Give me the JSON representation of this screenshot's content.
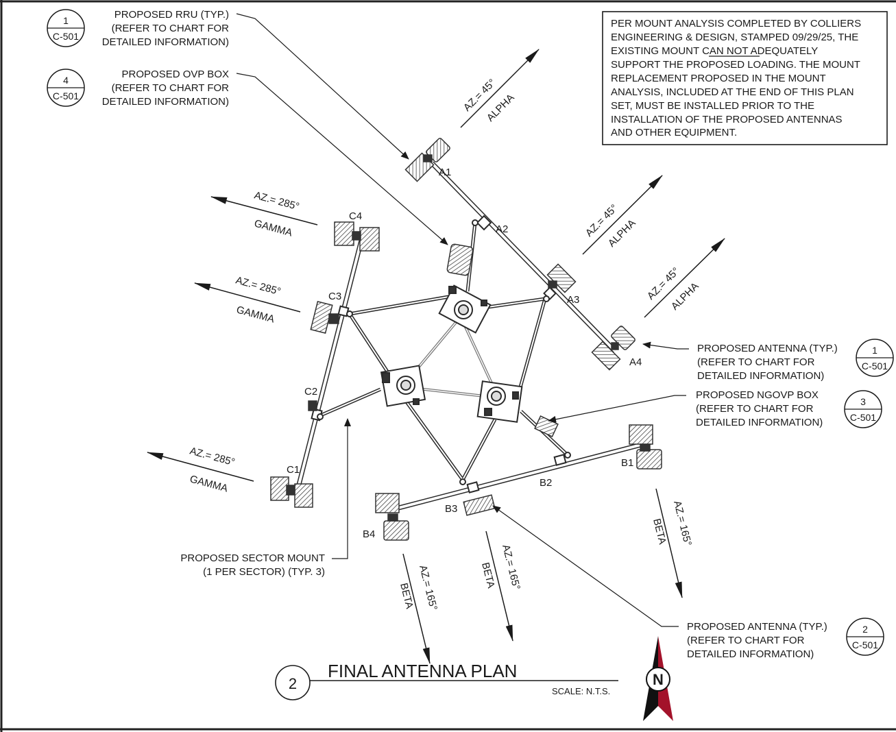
{
  "title": {
    "detail_number": "2",
    "text": "FINAL ANTENNA PLAN",
    "scale": "SCALE: N.T.S."
  },
  "north_arrow": {
    "letter": "N"
  },
  "note": {
    "lines": [
      "PER MOUNT ANALYSIS COMPLETED BY COLLIERS",
      "ENGINEERING & DESIGN, STAMPED 09/29/25, THE",
      "EXISTING MOUNT CAN NOT ADEQUATELY",
      "SUPPORT THE PROPOSED LOADING. THE MOUNT",
      "REPLACEMENT PROPOSED IN THE MOUNT",
      "ANALYSIS, INCLUDED AT THE END OF THIS PLAN",
      "SET, MUST BE INSTALLED PRIOR TO THE",
      "INSTALLATION OF THE PROPOSED ANTENNAS",
      "AND OTHER EQUIPMENT."
    ]
  },
  "callouts": {
    "rru": {
      "lines": [
        "PROPOSED RRU (TYP.)",
        "(REFER TO CHART FOR",
        "DETAILED INFORMATION)"
      ],
      "bubble": [
        "1",
        "C-501"
      ]
    },
    "ovp": {
      "lines": [
        "PROPOSED OVP BOX",
        "(REFER TO CHART FOR",
        "DETAILED INFORMATION)"
      ],
      "bubble": [
        "4",
        "C-501"
      ]
    },
    "antenna_a": {
      "lines": [
        "PROPOSED ANTENNA (TYP.)",
        "(REFER TO CHART FOR",
        "DETAILED INFORMATION)"
      ],
      "bubble": [
        "1",
        "C-501"
      ]
    },
    "ngovp": {
      "lines": [
        "PROPOSED NGOVP BOX",
        "(REFER TO CHART FOR",
        "DETAILED INFORMATION)"
      ],
      "bubble": [
        "3",
        "C-501"
      ]
    },
    "antenna_b": {
      "lines": [
        "PROPOSED ANTENNA (TYP.)",
        "(REFER TO CHART FOR",
        "DETAILED INFORMATION)"
      ],
      "bubble": [
        "2",
        "C-501"
      ]
    },
    "sector_mount": {
      "lines": [
        "PROPOSED SECTOR MOUNT",
        "(1 PER SECTOR) (TYP. 3)"
      ]
    }
  },
  "antenna_labels": [
    "A1",
    "A2",
    "A3",
    "A4",
    "B1",
    "B2",
    "B3",
    "B4",
    "C1",
    "C2",
    "C3",
    "C4"
  ],
  "sectors": {
    "alpha": {
      "azimuth": "AZ.= 45°",
      "name": "ALPHA"
    },
    "beta": {
      "azimuth": "AZ.= 165°",
      "name": "BETA"
    },
    "gamma": {
      "azimuth": "AZ.= 285°",
      "name": "GAMMA"
    }
  },
  "colors": {
    "line": "#2a2a2a",
    "arrow_red": "#a3122a",
    "arrow_black": "#111111"
  }
}
